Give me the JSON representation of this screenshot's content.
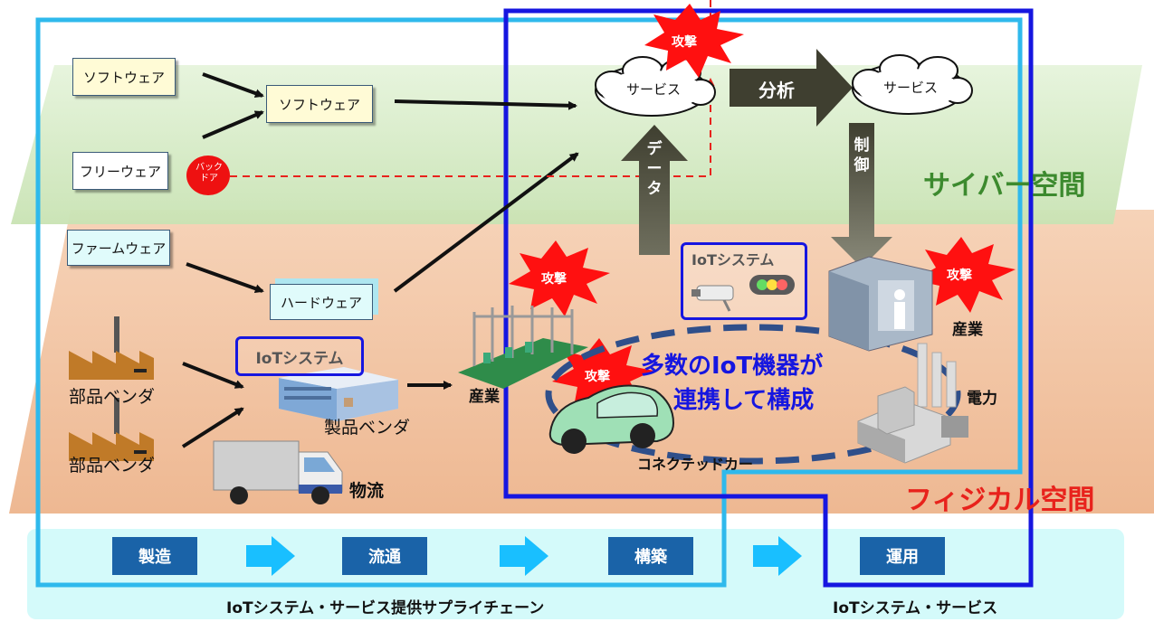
{
  "zones": {
    "cyber": "サイバー空間",
    "physical": "フィジカル空間"
  },
  "supply": {
    "software_a": "ソフトウェア",
    "software_b": "ソフトウェア",
    "freeware": "フリーウェア",
    "backdoor": "バック\nドア",
    "firmware": "ファームウェア",
    "hardware": "ハードウェア",
    "parts_vendor_a": "部品ベンダ",
    "parts_vendor_b": "部品ベンダ",
    "iot_system_left": "IoTシステム",
    "product_vendor": "製品ベンダ",
    "logistics": "物流",
    "industry_left": "産業"
  },
  "ops": {
    "service_left": "サービス",
    "service_right": "サービス",
    "analysis": "分析",
    "data": "データ",
    "control": "制御",
    "iot_system_center": "IoTシステム",
    "industry_right": "産業",
    "power": "電力",
    "connected_car": "コネクテッドカー",
    "center_line1": "多数のIoT機器が",
    "center_line2": "連携して構成",
    "attack_top": "攻撃",
    "attack_left": "攻撃",
    "attack_car": "攻撃",
    "attack_right": "攻撃"
  },
  "steps": [
    "製造",
    "流通",
    "構築",
    "運用"
  ],
  "footer": {
    "supply_chain": "IoTシステム・サービス提供サプライチェーン",
    "service": "IoTシステム・サービス"
  },
  "colors": {
    "cyber_zone": "#d6ecc8",
    "physical_zone": "#f2c6a4",
    "cyber_text": "#3c8a2e",
    "physical_text": "#e8221c",
    "step_box": "#1a63a8",
    "step_band": "#d4fafa",
    "supply_frame": "#2fb9ec",
    "ops_frame": "#1616e0",
    "attack": "#ff1010",
    "dark_arrow": "#4a4a38"
  }
}
